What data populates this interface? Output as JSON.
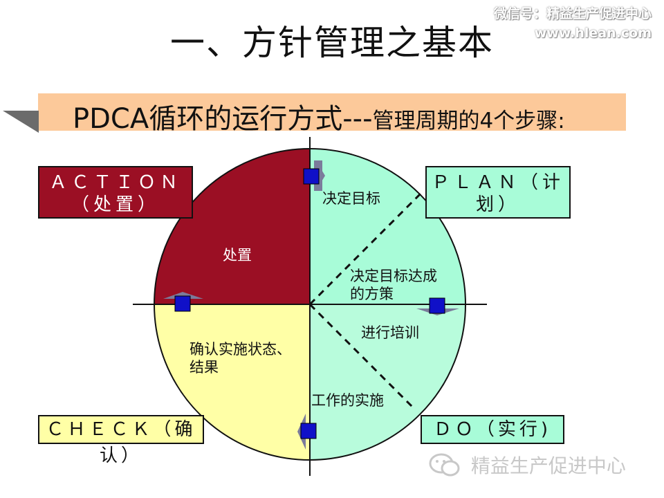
{
  "title": "一、方针管理之基本",
  "watermark": {
    "line1": "微信号：精益生产促进中心",
    "line2": "www.hlean.com"
  },
  "subtitle": {
    "main": "PDCA循环的运行方式---",
    "small": "管理周期的4个步骤:"
  },
  "boxes": {
    "action": {
      "line1": "ＡＣＴＩＯＮ",
      "line2": "（处置）"
    },
    "plan": {
      "line1": "ＰＬＡＮ（计",
      "line2": "划）"
    },
    "check": "ＣＨＥＣＫ（确认）",
    "do": "ＤＯ（实行)"
  },
  "quadrant_labels": {
    "action": "处置",
    "goal": "决定目标",
    "strategy_line1": "决定目标达成",
    "strategy_line2": "的方策",
    "training": "进行培训",
    "confirm_line1": "确认实施状态、",
    "confirm_line2": "结果",
    "implement": "工作的实施"
  },
  "logo": {
    "text": "精益生产促进中心",
    "icon": "wechat-icon"
  },
  "colors": {
    "action": "#9b0f24",
    "plan_do": "#a8fcd8",
    "check": "#ffffa6",
    "subtitle_bar": "#fcc99a",
    "arrow": "#1010c8"
  }
}
